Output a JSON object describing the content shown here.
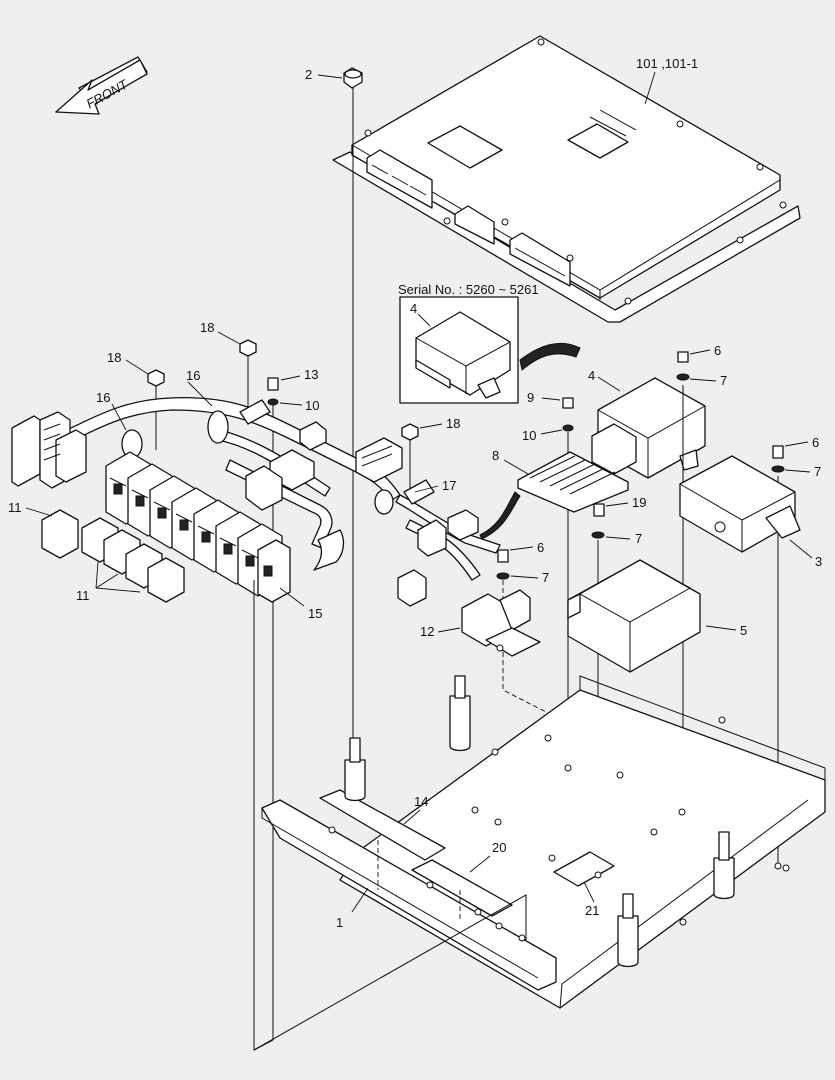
{
  "front_label": "FRONT",
  "serial_note": "Serial No. : 5260 ~ 5261",
  "callouts": {
    "c101": "101 ,101-1",
    "c2": "2",
    "c4_inset": "4",
    "c4": "4",
    "c6a": "6",
    "c7a": "7",
    "c6b": "6",
    "c7b": "7",
    "c6c": "6",
    "c7c": "7",
    "c7d": "7",
    "c9": "9",
    "c10a": "10",
    "c10b": "10",
    "c8": "8",
    "c19": "19",
    "c3": "3",
    "c5": "5",
    "c12": "12",
    "c13": "13",
    "c18a": "18",
    "c18b": "18",
    "c18c": "18",
    "c16a": "16",
    "c16b": "16",
    "c17": "17",
    "c11a": "11",
    "c11b": "11",
    "c15": "15",
    "c14": "14",
    "c20": "20",
    "c1": "1",
    "c21": "21"
  }
}
